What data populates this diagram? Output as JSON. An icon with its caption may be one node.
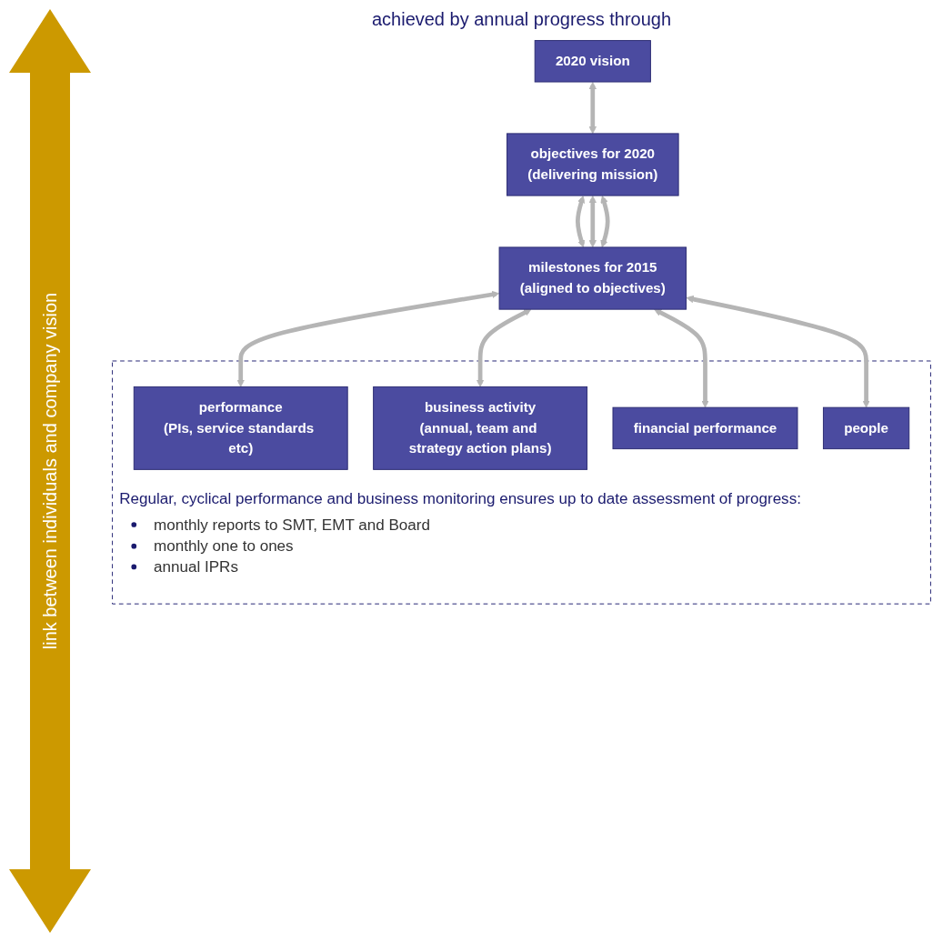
{
  "diagram": {
    "nodes": [
      {
        "text": [
          "2020 vision"
        ]
      },
      {
        "text": [
          "objectives for 2020",
          "(delivering mission)"
        ]
      },
      {
        "text": [
          "milestones for 2015",
          "(aligned to objectives)"
        ]
      },
      {
        "text": [
          "Regular, cyclical performance and business monitoring ensures up to date assessment of progress:",
          "monthly reports to SMT, EMT and Board",
          "monthly one to ones",
          "annual IPRs"
        ]
      },
      {
        "text": [
          "performance",
          "(PIs, service standards etc)"
        ],
        "in": 3
      },
      {
        "text": [
          "business activity",
          "(annual, team and strategy action plans)"
        ],
        "in": 3
      },
      {
        "text": [
          "financial performance"
        ],
        "in": 3
      },
      {
        "text": [
          "people"
        ],
        "in": 3
      }
    ],
    "edges": [
      {
        "from": 0,
        "to": 1,
        "arrow": "both"
      },
      {
        "from": 1,
        "to": 2,
        "arrow": "both"
      },
      {
        "from": 1,
        "to": 2,
        "arrow": "both"
      },
      {
        "from": 1,
        "to": 2,
        "arrow": "both"
      },
      {
        "from": 2,
        "to": 4,
        "arrow": "both"
      },
      {
        "from": 2,
        "to": 5,
        "arrow": "both"
      },
      {
        "from": 2,
        "to": 6,
        "arrow": "both"
      },
      {
        "from": 2,
        "to": 7,
        "arrow": "both"
      }
    ],
    "labels": [
      "link between individuals and company vision",
      "achieved by annual progress through"
    ]
  }
}
